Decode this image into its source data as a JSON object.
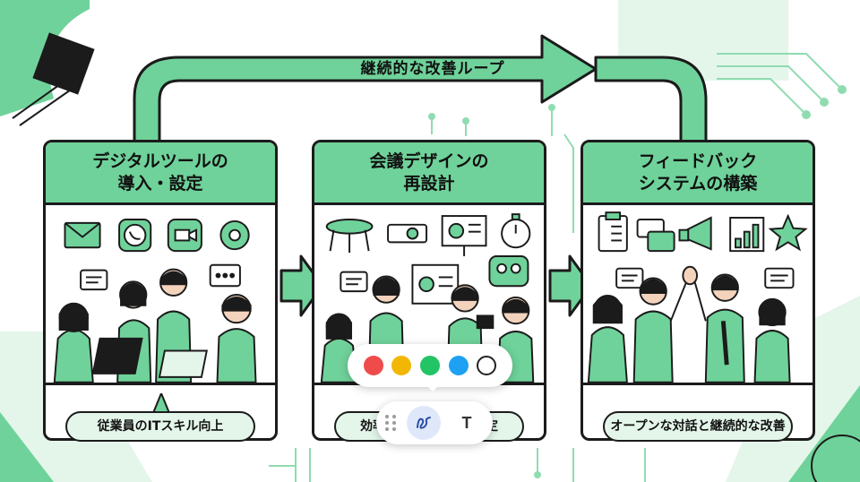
{
  "loop_label": "継続的な改善ループ",
  "panels": [
    {
      "title_line1": "デジタルツールの",
      "title_line2": "導入・設定",
      "caption": "従業員のITスキル向上",
      "icons": [
        "mail-icon",
        "phone-chat-icon",
        "video-camera-icon",
        "gear-icon",
        "chat-bubble-icon",
        "ellipsis-bubble-icon"
      ]
    },
    {
      "title_line1": "会議デザインの",
      "title_line2": "再設計",
      "caption": "効率的な議論と意思決定",
      "icons": [
        "round-table-icon",
        "projector-icon",
        "presentation-board-icon",
        "stopwatch-icon",
        "chat-bubble-icon",
        "people-icon"
      ]
    },
    {
      "title_line1": "フィードバック",
      "title_line2": "システムの構築",
      "caption": "オープンな対話と継続的な改善",
      "icons": [
        "clipboard-checklist-icon",
        "chat-bubbles-icon",
        "megaphone-icon",
        "growth-chart-icon",
        "star-icon",
        "chat-bubble-icon"
      ]
    }
  ],
  "toolbar": {
    "colors": [
      "#ef4b4b",
      "#f2b705",
      "#22c466",
      "#1ea1f2",
      "#ffffff"
    ],
    "tools": [
      "draw-tool",
      "text-tool"
    ],
    "text_tool_label": "T"
  },
  "colors": {
    "accent_green": "#6fd29a",
    "light_green": "#e4f6ea",
    "outline": "#1b1b1b"
  }
}
